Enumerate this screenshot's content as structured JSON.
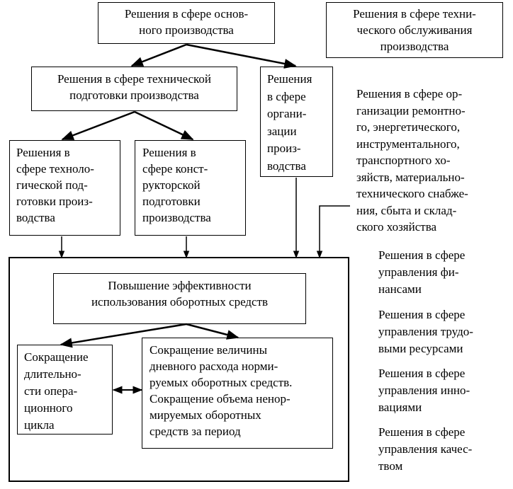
{
  "boxes": {
    "main_production": "Решения в сфере основ-\nного производства",
    "tech_service": "Решения в сфере техни-\nческого обслуживания\nпроизводства",
    "tech_preparation": "Решения в сфере технической\nподготовки производства",
    "production_org": "Решения\nв сфере\nоргани-\nзации\nпроиз-\nводства",
    "technological_prep": "Решения в\nсфере техноло-\nгической под-\nготовки произ-\nводства",
    "design_prep": "Решения в\nсфере конст-\nрукторской\nподготовки\nпроизводства",
    "efficiency": "Повышение эффективности\nиспользования оборотных средств",
    "cycle_reduction": "Сокращение\nдлительно-\nсти опера-\nционного\nцикла",
    "expense_reduction": "Сокращение величины\nдневного расхода норми-\nруемых оборотных средств.\nСокращение объема ненор-\nмируемых оборотных\nсредств за период"
  },
  "side_texts": {
    "repair_supply": "Решения в сфере ор-\nганизации ремонтно-\nго, энергетического,\nинструментального,\nтранспортного хо-\nзяйств, материально-\nтехнического снабже-\nния, сбыта и склад-\nского хозяйства",
    "finance": "Решения в сфере\nуправления фи-\nнансами",
    "labor": "Решения в сфере\nуправления трудо-\nвыми ресурсами",
    "innovation": "Решения в сфере\nуправления инно-\nвациями",
    "quality": "Решения в сфере\nуправления качес-\nтвом"
  }
}
